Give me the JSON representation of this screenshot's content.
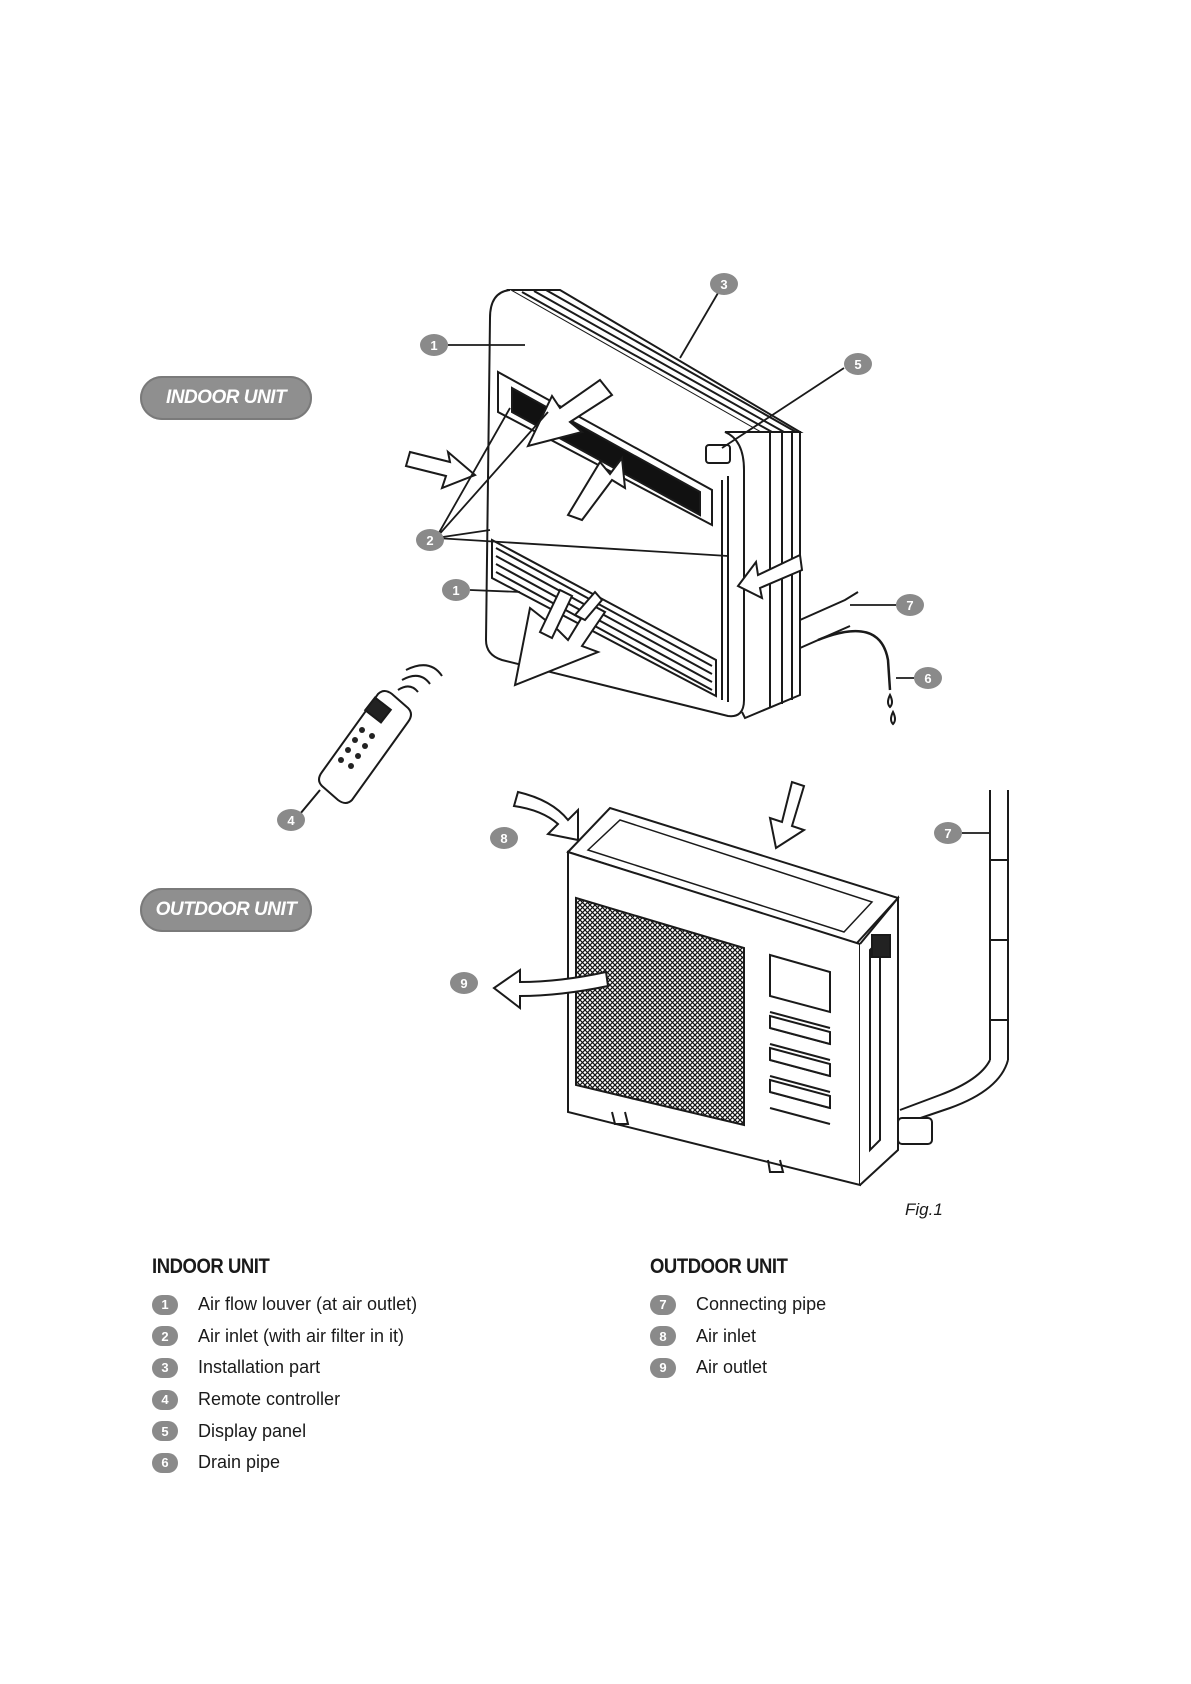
{
  "labels": {
    "indoor_pill": "INDOOR UNIT",
    "outdoor_pill": "OUTDOOR UNIT",
    "figure": "Fig.1"
  },
  "callouts": [
    "1",
    "2",
    "3",
    "4",
    "5",
    "6",
    "7",
    "8",
    "9"
  ],
  "legend": {
    "indoor": {
      "title": "INDOOR UNIT",
      "items": [
        {
          "num": "1",
          "text": "Air flow louver (at air outlet)"
        },
        {
          "num": "2",
          "text": "Air inlet (with air filter in it)"
        },
        {
          "num": "3",
          "text": "Installation part"
        },
        {
          "num": "4",
          "text": "Remote controller"
        },
        {
          "num": "5",
          "text": "Display panel"
        },
        {
          "num": "6",
          "text": "Drain pipe"
        }
      ]
    },
    "outdoor": {
      "title": "OUTDOOR UNIT",
      "items": [
        {
          "num": "7",
          "text": "Connecting pipe"
        },
        {
          "num": "8",
          "text": "Air inlet"
        },
        {
          "num": "9",
          "text": "Air outlet"
        }
      ]
    }
  },
  "colors": {
    "badge": "#8a8a8a",
    "line": "#1a1a1a"
  }
}
